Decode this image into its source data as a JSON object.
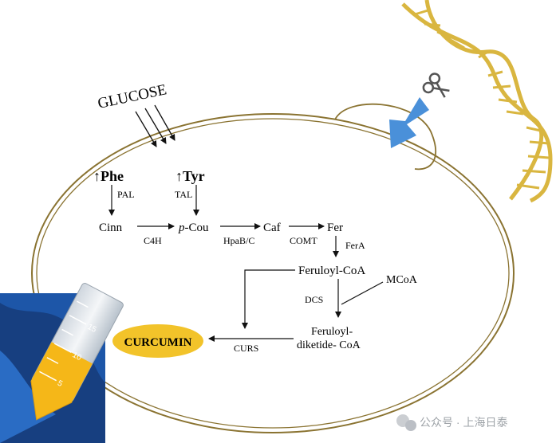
{
  "labels": {
    "glucose": "GLUCOSE",
    "phe": "↑Phe",
    "tyr": "↑Tyr",
    "pal": "PAL",
    "tal": "TAL",
    "cinn": "Cinn",
    "pcou_italic": "p",
    "pcou_rest": "-Cou",
    "caf": "Caf",
    "fer": "Fer",
    "c4h": "C4H",
    "hpab": "HpaB/C",
    "comt": "COMT",
    "fera": "FerA",
    "feruloyl_coa": "Feruloyl-CoA",
    "mcoa": "MCoA",
    "dcs": "DCS",
    "diketide_line1": "Feruloyl-",
    "diketide_line2": "diketide- CoA",
    "curs": "CURS",
    "curcumin": "CURCUMIN"
  },
  "tube_marks": [
    "15",
    "10",
    "5"
  ],
  "watermark": "公众号 · 上海日泰",
  "icons": [
    "dna-helix-icon",
    "scissors-icon",
    "insertion-arrow-icon",
    "wechat-icon"
  ],
  "colors": {
    "cell_outline": "#8a7331",
    "dna_gold": "#d9b640",
    "insertion_arrow": "#4a90d9",
    "curcumin_fill": "#f2c32a",
    "tube_blue": "#1d56a8",
    "tube_yellow": "#f5b718"
  }
}
